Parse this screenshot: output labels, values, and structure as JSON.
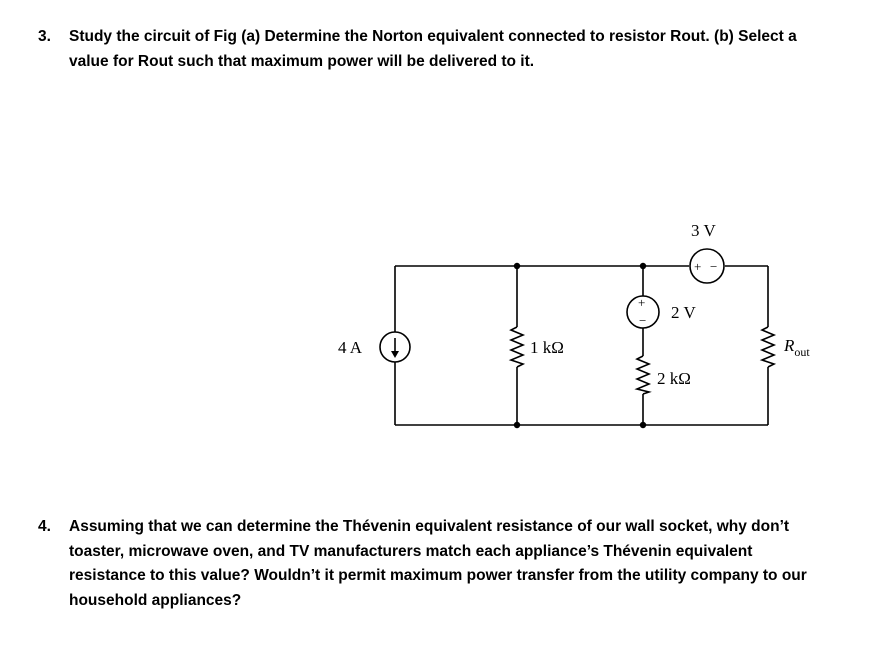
{
  "questions": [
    {
      "number": "3.",
      "text": "Study the circuit of Fig (a) Determine the Norton equivalent connected to resistor Rout. (b) Select a value for Rout such that maximum power will be delivered to it."
    },
    {
      "number": "4.",
      "text": "Assuming that we can determine the Thévenin equivalent resistance of our wall socket, why don’t toaster, microwave oven, and TV manufacturers match each appliance’s Thévenin equivalent resistance to this value? Wouldn’t it permit maximum power transfer from the utility company to our household appliances?"
    }
  ],
  "circuit": {
    "current_source": {
      "label": "4 A"
    },
    "resistor_1": {
      "label": "1 kΩ"
    },
    "voltage_source_2v": {
      "label": "2 V",
      "plus": "+",
      "minus": "−"
    },
    "resistor_2": {
      "label": "2 kΩ"
    },
    "voltage_source_3v": {
      "label": "3 V",
      "plus": "+",
      "minus": "−"
    },
    "load_resistor": {
      "label_main": "R",
      "label_sub": "out"
    }
  }
}
